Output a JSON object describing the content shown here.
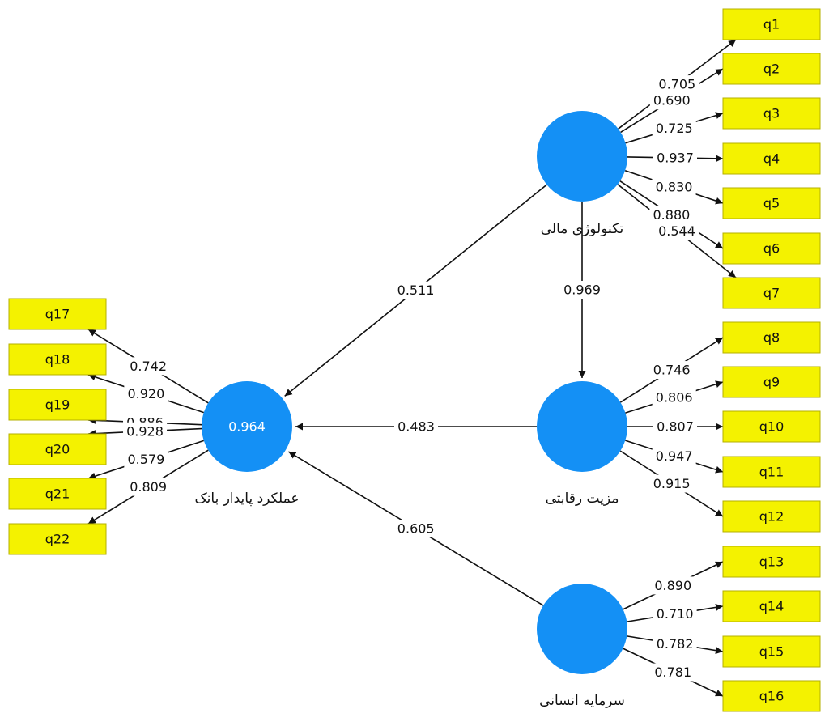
{
  "constructs": {
    "fintech": {
      "label": "تکنولوژی مالی",
      "r2": ""
    },
    "competitive": {
      "label": "مزیت رقابتی",
      "r2": ""
    },
    "human_capital": {
      "label": "سرمایه انسانی",
      "r2": ""
    },
    "performance": {
      "label": "عملکرد پایدار بانک",
      "r2": "0.964"
    }
  },
  "paths": [
    {
      "from": "fintech",
      "to": "performance",
      "coef": "0.511"
    },
    {
      "from": "fintech",
      "to": "competitive",
      "coef": "0.969"
    },
    {
      "from": "competitive",
      "to": "performance",
      "coef": "0.483"
    },
    {
      "from": "human_capital",
      "to": "performance",
      "coef": "0.605"
    }
  ],
  "indicators": {
    "fintech": [
      {
        "name": "q1",
        "loading": "0.705"
      },
      {
        "name": "q2",
        "loading": "0.690"
      },
      {
        "name": "q3",
        "loading": "0.725"
      },
      {
        "name": "q4",
        "loading": "0.937"
      },
      {
        "name": "q5",
        "loading": "0.830"
      },
      {
        "name": "q6",
        "loading": "0.880"
      },
      {
        "name": "q7",
        "loading": "0.544"
      }
    ],
    "competitive": [
      {
        "name": "q8",
        "loading": "0.746"
      },
      {
        "name": "q9",
        "loading": "0.806"
      },
      {
        "name": "q10",
        "loading": "0.807"
      },
      {
        "name": "q11",
        "loading": "0.947"
      },
      {
        "name": "q12",
        "loading": "0.915"
      }
    ],
    "human_capital": [
      {
        "name": "q13",
        "loading": "0.890"
      },
      {
        "name": "q14",
        "loading": "0.710"
      },
      {
        "name": "q15",
        "loading": "0.782"
      },
      {
        "name": "q16",
        "loading": "0.781"
      }
    ],
    "performance": [
      {
        "name": "q17",
        "loading": "0.742"
      },
      {
        "name": "q18",
        "loading": "0.920"
      },
      {
        "name": "q19",
        "loading": "0.886"
      },
      {
        "name": "q20",
        "loading": "0.928"
      },
      {
        "name": "q21",
        "loading": "0.579"
      },
      {
        "name": "q22",
        "loading": "0.809"
      }
    ]
  },
  "colors": {
    "construct": "#1490f5",
    "indicator": "#f4f200",
    "edge": "#111111"
  }
}
